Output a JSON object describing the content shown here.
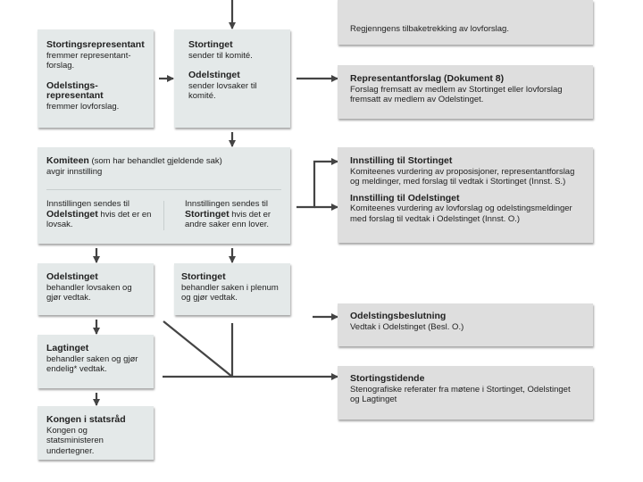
{
  "boxes": {
    "representative": {
      "title1": "Stortingsrepresentant",
      "text1": "fremmer representant-forslag.",
      "title2": "Odelstings-representant",
      "text2": "fremmer lovforslag."
    },
    "stortinget_send": {
      "title1": "Stortinget",
      "text1": "sender til komité.",
      "title2": "Odelstinget",
      "text2": "sender lovsaker til komité."
    },
    "withdrawal": {
      "text": "Regjenngens tilbaketrekking av lovforslag."
    },
    "dok8": {
      "title": "Representantforslag (Dokument 8)",
      "text": "Forslag fremsatt av medlem av Stortinget eller lovforslag fremsatt av medlem av Odelstinget."
    },
    "komiteen": {
      "title": "Komiteen",
      "title_rest": " (som har behandlet gjeldende sak)",
      "text": "avgir innstilling",
      "left_pre": "Innstillingen sendes til ",
      "left_bold": "Odelstinget",
      "left_post": " hvis det er en lovsak.",
      "right_pre": "Innstillingen sendes til ",
      "right_bold": "Stortinget",
      "right_post": " hvis det er andre saker enn lover."
    },
    "innstilling": {
      "title1": "Innstilling til Stortinget",
      "text1": "Komiteenes vurdering av proposisjoner, representantforslag og meldinger, med forslag til vedtak i Stortinget (Innst. S.)",
      "title2": "Innstilling til Odelstinget",
      "text2": "Komiteenes vurdering av lovforslag og odelstingsmeldinger med forslag til vedtak i Odelstinget (Innst. O.)"
    },
    "odelstinget": {
      "title": "Odelstinget",
      "text": "behandler lovsaken og gjør vedtak."
    },
    "stortinget": {
      "title": "Stortinget",
      "text": "behandler saken i plenum og gjør vedtak."
    },
    "lagtinget": {
      "title": "Lagtinget",
      "text": "behandler saken og gjør endelig* vedtak."
    },
    "kongen": {
      "title": "Kongen i statsråd",
      "text": "Kongen og statsministeren undertegner."
    },
    "beslutning": {
      "title": "Odelstingsbeslutning",
      "text": "Vedtak i Odelstinget (Besl. O.)"
    },
    "tidende": {
      "title": "Stortingstidende",
      "text": "Stenografiske referater fra møtene i Stortinget, Odelstinget og Lagtinget"
    }
  },
  "colors": {
    "left_box": "#e4e9e9",
    "right_box": "#dedede",
    "connector": "#444444"
  }
}
